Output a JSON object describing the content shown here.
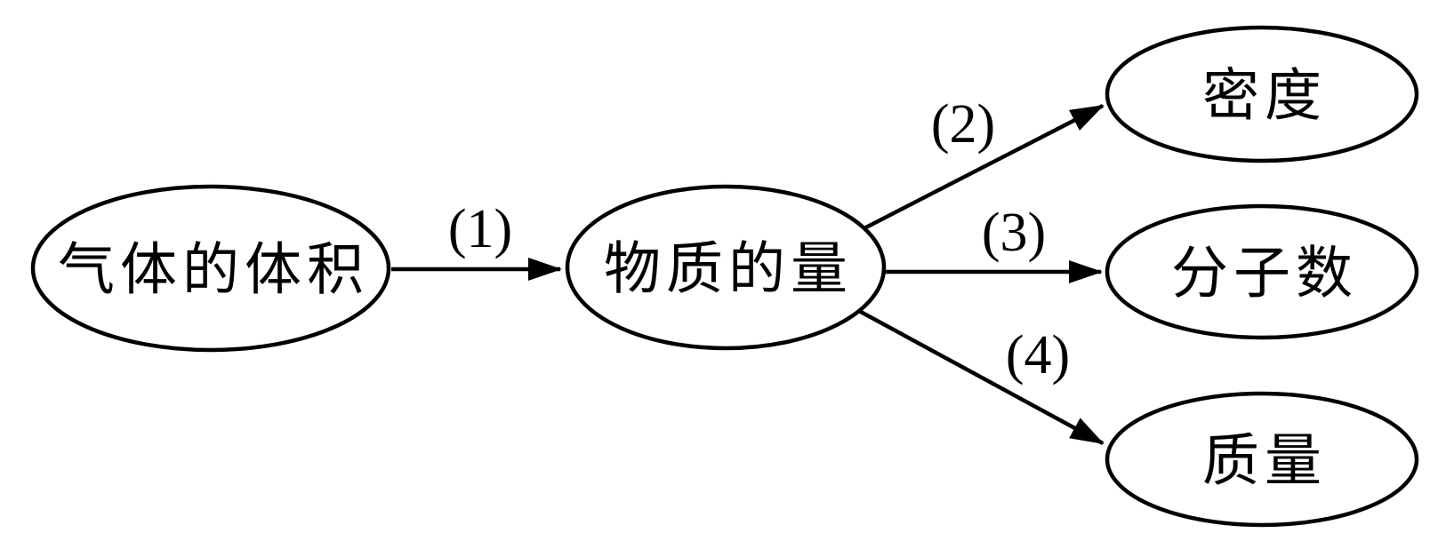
{
  "page": {
    "background_color": "#ffffff",
    "stroke_color": "#000000",
    "text_color": "#000000"
  },
  "diagram": {
    "type": "concept-flow",
    "nodes": [
      {
        "id": "gas-volume",
        "label": "气体的体积"
      },
      {
        "id": "amount-of-substance",
        "label": "物质的量"
      },
      {
        "id": "density",
        "label": "密度"
      },
      {
        "id": "molecule-count",
        "label": "分子数"
      },
      {
        "id": "mass",
        "label": "质量"
      }
    ],
    "edges": [
      {
        "id": "edge-1",
        "label": "(1)",
        "from": "gas-volume",
        "to": "amount-of-substance"
      },
      {
        "id": "edge-2",
        "label": "(2)",
        "from": "amount-of-substance",
        "to": "density"
      },
      {
        "id": "edge-3",
        "label": "(3)",
        "from": "amount-of-substance",
        "to": "molecule-count"
      },
      {
        "id": "edge-4",
        "label": "(4)",
        "from": "amount-of-substance",
        "to": "mass"
      }
    ]
  }
}
